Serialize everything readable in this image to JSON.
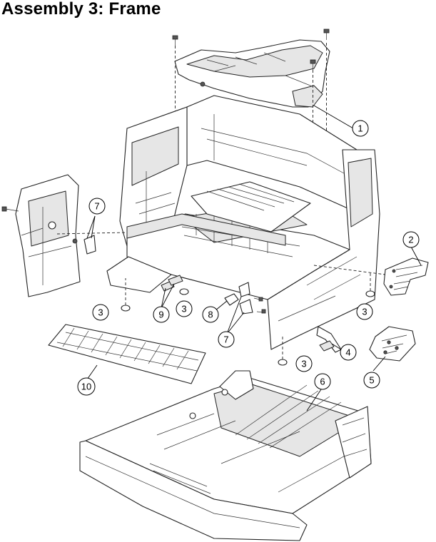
{
  "title": "Assembly 3:  Frame",
  "callouts": [
    {
      "label": "1"
    },
    {
      "label": "2"
    },
    {
      "label": "3"
    },
    {
      "label": "3"
    },
    {
      "label": "3"
    },
    {
      "label": "3"
    },
    {
      "label": "4"
    },
    {
      "label": "5"
    },
    {
      "label": "6"
    },
    {
      "label": "7"
    },
    {
      "label": "7"
    },
    {
      "label": "8"
    },
    {
      "label": "9"
    },
    {
      "label": "10"
    }
  ]
}
